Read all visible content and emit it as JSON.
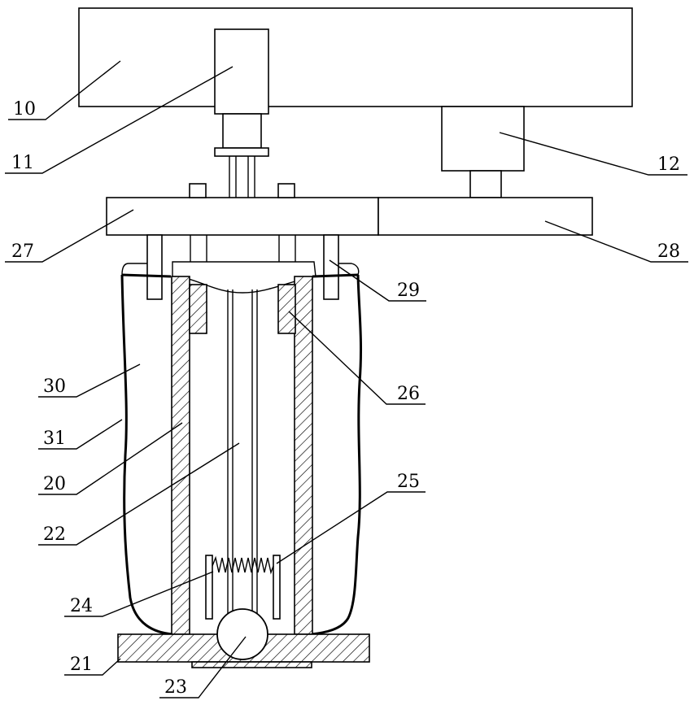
{
  "labels": {
    "l10": "10",
    "l11": "11",
    "l12": "12",
    "l27": "27",
    "l28": "28",
    "l29": "29",
    "l26": "26",
    "l30": "30",
    "l31": "31",
    "l20": "20",
    "l22": "22",
    "l25": "25",
    "l24": "24",
    "l21": "21",
    "l23": "23"
  }
}
